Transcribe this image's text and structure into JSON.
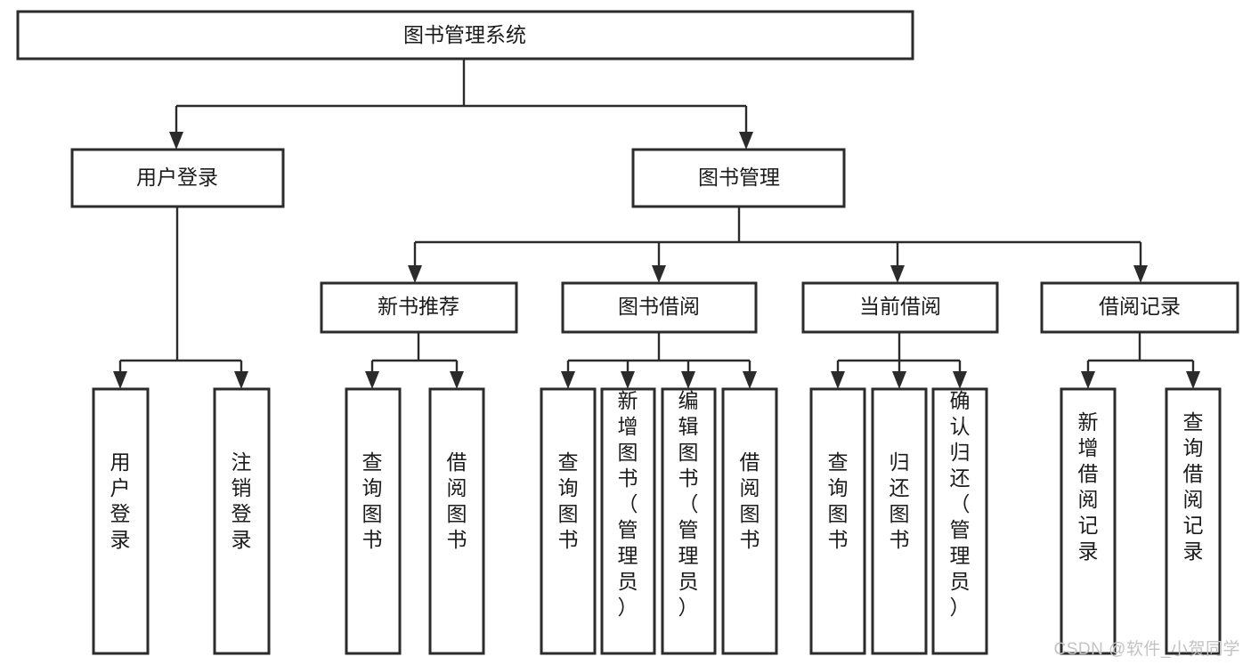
{
  "diagram": {
    "type": "tree",
    "title": "图书管理系统",
    "watermark": "CSDN @软件_小贺同学",
    "colors": {
      "stroke": "#2b2b2b",
      "fill": "#ffffff",
      "text": "#1b1b1b",
      "watermark": "#c3c3c3"
    },
    "levels": {
      "root": {
        "label": "图书管理系统"
      },
      "level2": [
        {
          "label": "用户登录"
        },
        {
          "label": "图书管理"
        }
      ],
      "level3": [
        {
          "label": "新书推荐"
        },
        {
          "label": "图书借阅"
        },
        {
          "label": "当前借阅"
        },
        {
          "label": "借阅记录"
        }
      ]
    },
    "leaves": {
      "user_login": [
        {
          "label": "用户登录"
        },
        {
          "label": "注销登录"
        }
      ],
      "new_book_recommend": [
        {
          "label": "查询图书"
        },
        {
          "label": "借阅图书"
        }
      ],
      "book_borrow": [
        {
          "label": "查询图书"
        },
        {
          "label": "新增图书（管理员）"
        },
        {
          "label": "编辑图书（管理员）"
        },
        {
          "label": "借阅图书"
        }
      ],
      "current_borrow": [
        {
          "label": "查询图书"
        },
        {
          "label": "归还图书"
        },
        {
          "label": "确认归还（管理员）"
        }
      ],
      "borrow_record": [
        {
          "label": "新增借阅记录"
        },
        {
          "label": "查询借阅记录"
        }
      ]
    }
  }
}
